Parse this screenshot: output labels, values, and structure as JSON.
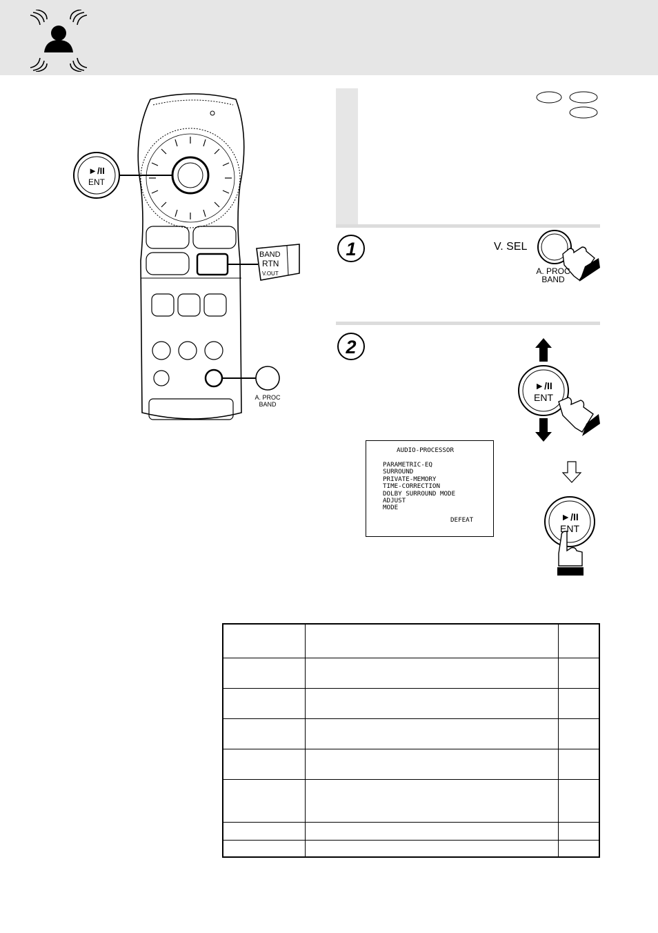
{
  "header": {
    "icon": "listener-sound-waves-icon"
  },
  "remote": {
    "callout_play_symbol": "►/II",
    "callout_ent": "ENT",
    "callout_band": "BAND",
    "callout_rtn": "RTN",
    "callout_vout": "V.OUT",
    "callout_aproc": "A. PROC",
    "callout_aproc_band": "BAND"
  },
  "step1": {
    "number": "1",
    "vsel_label": "V. SEL",
    "aproc_label": "A. PROC",
    "band_label": "BAND"
  },
  "step2": {
    "number": "2",
    "play_symbol": "►/II",
    "ent_label": "ENT",
    "play_symbol_2": "►/II",
    "ent_label_2": "ENT"
  },
  "osd": {
    "title": "AUDIO-PROCESSOR",
    "items": [
      "PARAMETRIC-EQ",
      "SURROUND",
      "PRIVATE-MEMORY",
      "TIME-CORRECTION",
      "DOLBY SURROUND MODE",
      "ADJUST",
      "MODE"
    ],
    "defeat": "DEFEAT"
  },
  "table": {
    "rows": [
      [
        "",
        "",
        ""
      ],
      [
        "",
        "",
        ""
      ],
      [
        "",
        "",
        ""
      ],
      [
        "",
        "",
        ""
      ],
      [
        "",
        "",
        ""
      ],
      [
        "",
        "",
        ""
      ],
      [
        "",
        "",
        ""
      ],
      [
        "",
        "",
        ""
      ]
    ]
  },
  "colors": {
    "header_band": "#e6e6e6",
    "panel_bar": "#e6e6e6",
    "rule": "#dcdcdc",
    "ink": "#000000"
  }
}
